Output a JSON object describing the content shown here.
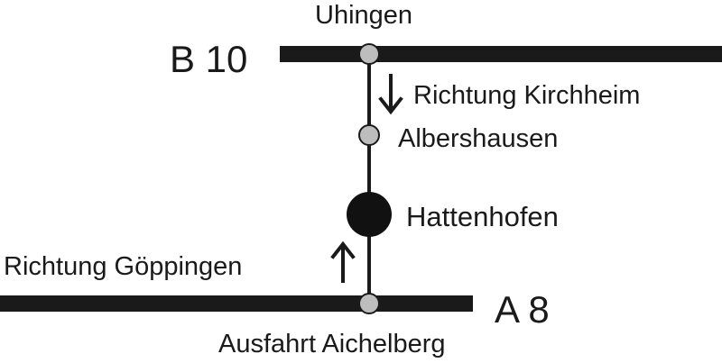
{
  "roads": {
    "b10": {
      "label": "B 10"
    },
    "a8": {
      "label": "A 8"
    }
  },
  "places": {
    "uhingen": {
      "label": "Uhingen"
    },
    "albershausen": {
      "label": "Albershausen"
    },
    "hattenhofen": {
      "label": "Hattenhofen"
    },
    "ausfahrt": {
      "label": "Ausfahrt Aichelberg"
    }
  },
  "directions": {
    "kirchheim": {
      "label": "Richtung Kirchheim",
      "arrow": "down"
    },
    "goeppingen": {
      "label": "Richtung Göppingen",
      "arrow": "up"
    }
  },
  "colors": {
    "line": "#1a1a1a",
    "node_small": "#bdbdbd",
    "node_main": "#111111",
    "background": "#ffffff"
  }
}
